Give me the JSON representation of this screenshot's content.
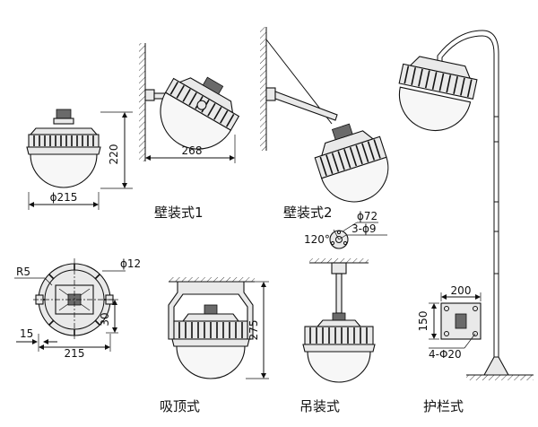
{
  "captions": {
    "wall_mount_1": "壁装式1",
    "wall_mount_2": "壁装式2",
    "ceiling_mount": "吸顶式",
    "pendant_mount": "吊装式",
    "guardrail_mount": "护栏式"
  },
  "dimensions": {
    "base_diameter": "ϕ215",
    "base_height": "220",
    "wall1_depth": "268",
    "top_r5": "R5",
    "top_phi12": "ϕ12",
    "top_width": "215",
    "top_offset": "15",
    "top_side": "30",
    "ceiling_height": "275",
    "pendant_angle": "120°",
    "pendant_phi72": "ϕ72",
    "pendant_holes": "3-ϕ9",
    "plate_width": "200",
    "plate_height": "150",
    "plate_holes": "4-Φ20"
  }
}
